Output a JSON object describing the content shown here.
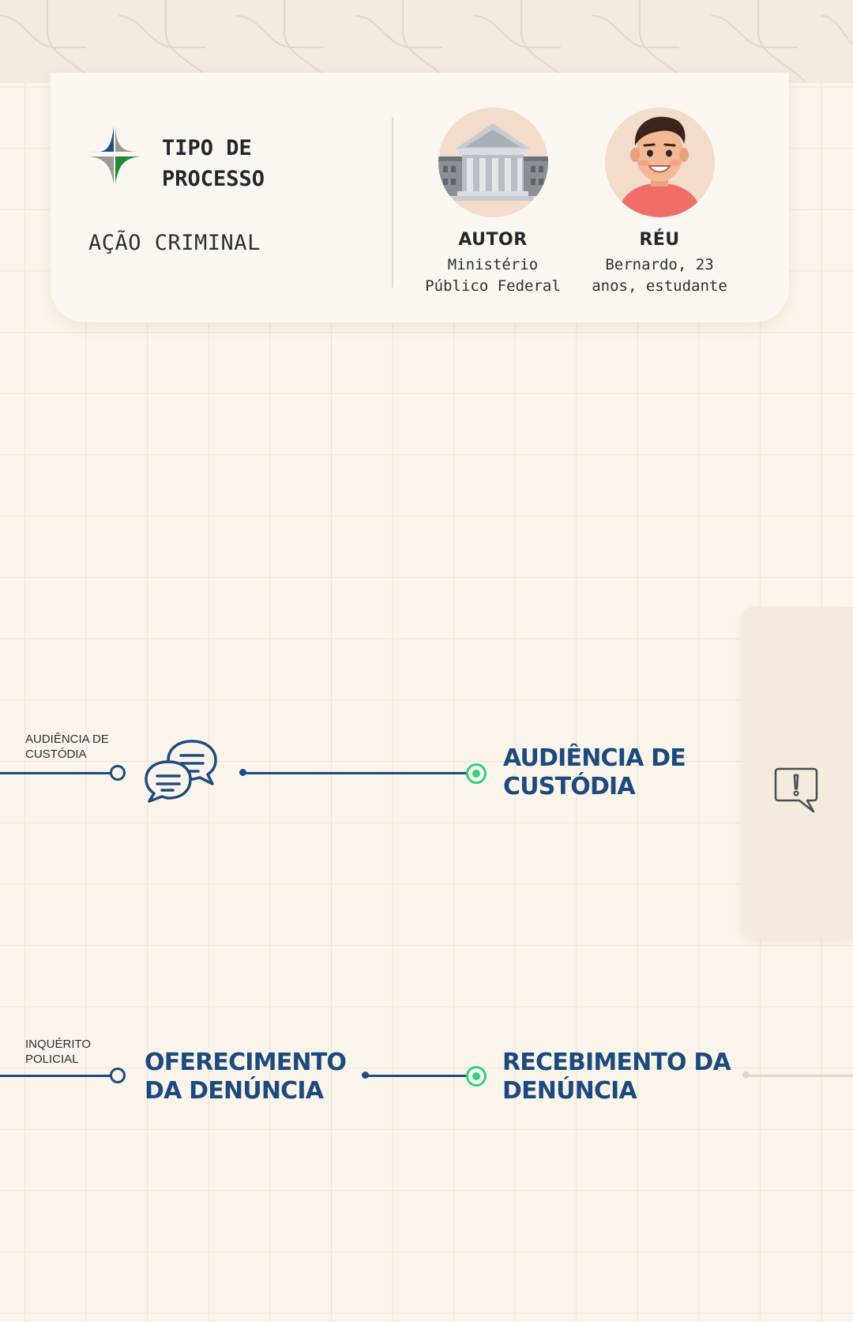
{
  "header": {
    "tipo_title": "TIPO DE PROCESSO",
    "tipo_value": "AÇÃO CRIMINAL",
    "parties": [
      {
        "label": "AUTOR",
        "description": "Ministério Público Federal",
        "icon": "courthouse-icon"
      },
      {
        "label": "RÉU",
        "description": "Bernardo, 23 anos, estudante",
        "icon": "defendant-avatar"
      }
    ]
  },
  "timeline": {
    "rows": [
      {
        "previous_label": "AUDIÊNCIA DE CUSTÓDIA",
        "icon": "chat-bubbles-icon",
        "current_title": "AUDIÊNCIA DE CUSTÓDIA"
      },
      {
        "previous_label": "INQUÉRITO POLICIAL",
        "previous_title": "OFERECIMENTO DA DENÚNCIA",
        "current_title": "RECEBIMENTO DA DENÚNCIA"
      }
    ]
  },
  "side_panel": {
    "icon": "alert-speech-bubble-icon"
  },
  "colors": {
    "background": "#fbf4ea",
    "card": "#fbf7f0",
    "primary_blue": "#1b4a7e",
    "active_green": "#2fd088",
    "text_dark": "#23272c"
  }
}
